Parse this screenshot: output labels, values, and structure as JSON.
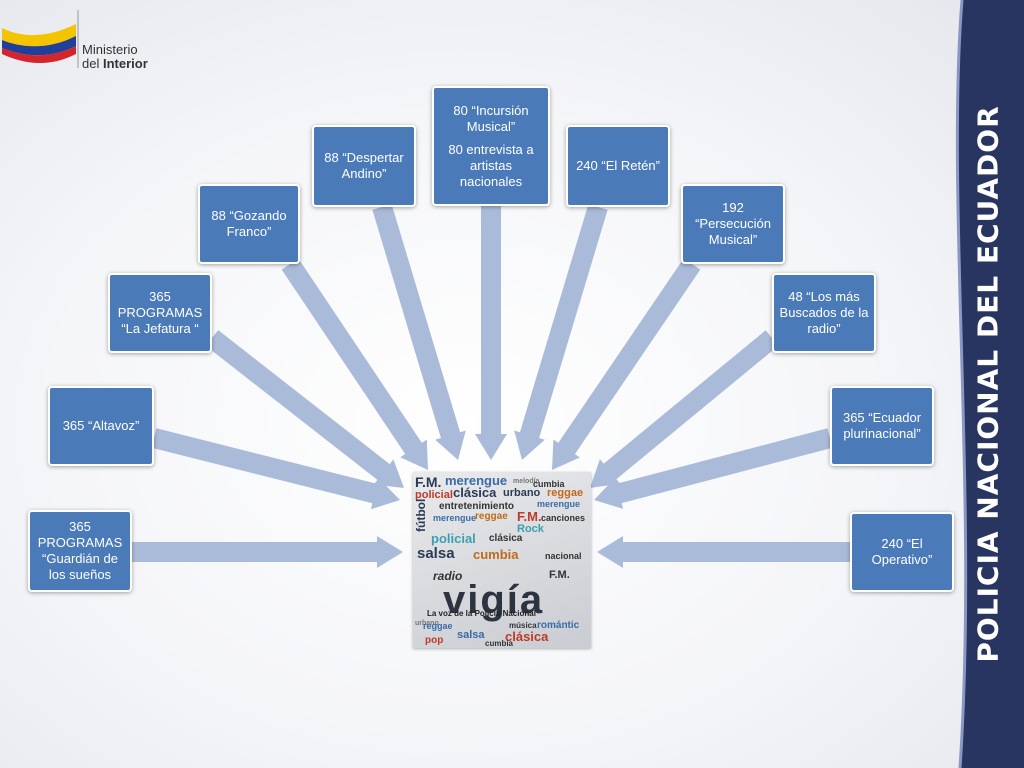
{
  "logo": {
    "line1": "Ministerio",
    "line2_prefix": "del ",
    "line2_bold": "Interior"
  },
  "side_band": {
    "text": "POLICIA NACIONAL DEL ECUADOR"
  },
  "colors": {
    "box_fill": "#4a7ab8",
    "arrow_fill": "#aabbd9",
    "band_fill": "#283560"
  },
  "boxes": [
    {
      "id": "guardian",
      "line1": "365\nPROGRAMAS\n“Guardián de\nlos sueños"
    },
    {
      "id": "altavoz",
      "line1": "365 “Altavoz”"
    },
    {
      "id": "jefatura",
      "line1": "365\nPROGRAMAS\n“La Jefatura “"
    },
    {
      "id": "gozando",
      "line1": "88  “Gozando\nFranco”"
    },
    {
      "id": "despertar",
      "line1": "88 “Despertar\nAndino”"
    },
    {
      "id": "incursion",
      "line1": "80 “Incursión\nMusical”",
      "line2": "80 entrevista a\nartistas\nnacionales"
    },
    {
      "id": "reten",
      "line1": "240 “El Retén”"
    },
    {
      "id": "persecucion",
      "line1": "192\n“Persecución\nMusical”"
    },
    {
      "id": "buscados",
      "line1": "48 “Los más\nBuscados de la\nradio”"
    },
    {
      "id": "ecuador",
      "line1": "365 “Ecuador\nplurinacional”"
    },
    {
      "id": "operativo",
      "line1": "240 “El\nOperativo”"
    }
  ],
  "center_image": {
    "words": [
      "F.M.",
      "merengue",
      "melodía",
      "cumbia",
      "policial",
      "clásica",
      "urbano",
      "reggae",
      "entretenimiento",
      "merengue",
      "fútbol",
      "merengue",
      "reggae",
      "F.M.",
      "canciones",
      "Rock",
      "policial",
      "clásica",
      "salsa",
      "cumbia",
      "nacional",
      "radio",
      "F.M.",
      "urbano",
      "reggae",
      "música",
      "romántic",
      "salsa",
      "clásica",
      "pop",
      "cumbia"
    ],
    "logo_text": "vigía",
    "tagline": "La voz de la Policía Nacional"
  }
}
